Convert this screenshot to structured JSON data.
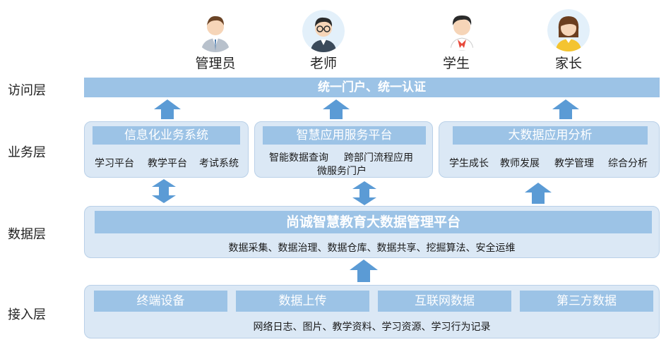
{
  "roles": [
    {
      "label": "管理员",
      "icon": "admin-avatar-icon"
    },
    {
      "label": "老师",
      "icon": "teacher-avatar-icon"
    },
    {
      "label": "学生",
      "icon": "student-avatar-icon"
    },
    {
      "label": "家长",
      "icon": "parent-avatar-icon"
    }
  ],
  "layers": {
    "access": "访问层",
    "business": "业务层",
    "data": "数据层",
    "ingest": "接入层"
  },
  "access_bar": "统一门户、统一认证",
  "business": {
    "info_system": {
      "title": "信息化业务系统",
      "items": [
        "学习平台",
        "教学平台",
        "考试系统"
      ]
    },
    "smart_service": {
      "title": "智慧应用服务平台",
      "line1": "智能数据查询",
      "line1b": "跨部门流程应用",
      "line2": "微服务门户"
    },
    "bigdata": {
      "title": "大数据应用分析",
      "items": [
        "学生成长",
        "教师发展",
        "教学管理",
        "综合分析"
      ]
    }
  },
  "data_layer": {
    "title": "尚诚智慧教育大数据管理平台",
    "subtitle": "数据采集、数据治理、数据仓库、数据共享、挖掘算法、安全运维"
  },
  "ingest_layer": {
    "items": [
      "终端设备",
      "数据上传",
      "互联网数据",
      "第三方数据"
    ],
    "subtitle": "网络日志、图片、教学资料、学习资源、学习行为记录"
  },
  "colors": {
    "panel": "#dbe8f5",
    "bar": "#9cc3e6",
    "arrow": "#5b9bd5"
  }
}
